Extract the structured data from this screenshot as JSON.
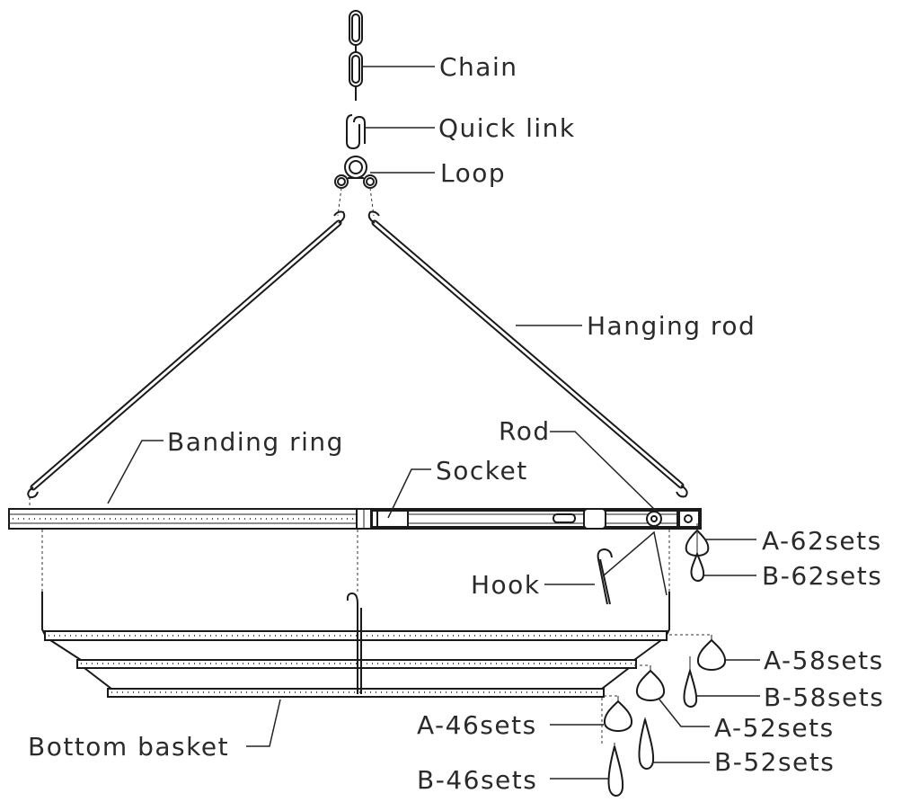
{
  "labels": {
    "chain": "Chain",
    "quick_link": "Quick link",
    "loop": "Loop",
    "hanging_rod": "Hanging rod",
    "banding_ring": "Banding ring",
    "rod": "Rod",
    "socket": "Socket",
    "hook": "Hook",
    "bottom_basket": "Bottom basket",
    "a62": "A-62sets",
    "b62": "B-62sets",
    "a58": "A-58sets",
    "b58": "B-58sets",
    "a52": "A-52sets",
    "b52": "B-52sets",
    "a46": "A-46sets",
    "b46": "B-46sets"
  }
}
